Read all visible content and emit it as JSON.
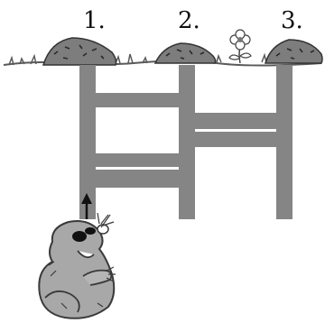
{
  "labels": {
    "one": "1.",
    "two": "2.",
    "three": "3."
  },
  "colors": {
    "tunnel": "#858585",
    "tunnel_highlight": "#ffffff",
    "grass": "#5a5a5a",
    "molehill": "#7d7d7d",
    "mole_body": "#a8a8a8",
    "mole_outline": "#3a3a3a",
    "arrow": "#111111"
  },
  "icons": {
    "mole": "mole-icon",
    "arrow": "up-arrow-icon",
    "flower": "flower-icon",
    "molehill": "molehill-icon"
  }
}
